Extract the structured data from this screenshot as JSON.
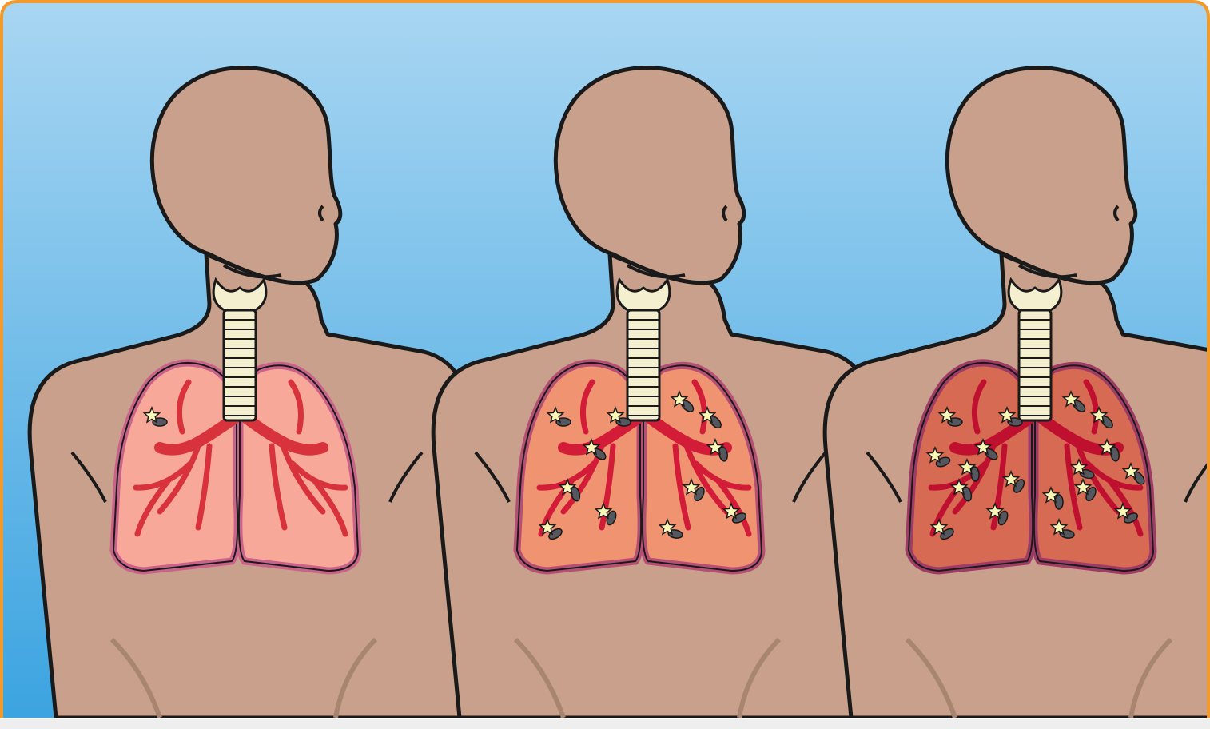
{
  "figure": {
    "panel_count": 3,
    "panels": [
      {
        "id": "healthy",
        "lung_color": "#f8a898",
        "airway_color": "#d8323c",
        "lining_color": "#c9638a",
        "stars": 1,
        "particles": 1
      },
      {
        "id": "moderate",
        "lung_color": "#f09370",
        "airway_color": "#d21c38",
        "lining_color": "#b64f74",
        "stars": 12,
        "particles": 12
      },
      {
        "id": "severe",
        "lung_color": "#d66a52",
        "airway_color": "#c01030",
        "lining_color": "#9e3c66",
        "stars": 18,
        "particles": 18
      }
    ],
    "colors": {
      "frame": "#f39a2b",
      "sky_top": "#a9d6f2",
      "sky_bottom": "#3aa3e0",
      "skin": "#c9a08b",
      "skin_shadow": "#a8856f",
      "outline": "#1a1a1a",
      "trachea": "#f4efcf",
      "star": "#fbf7b5",
      "particle": "#54585e",
      "footer": "#eeeeee"
    }
  }
}
